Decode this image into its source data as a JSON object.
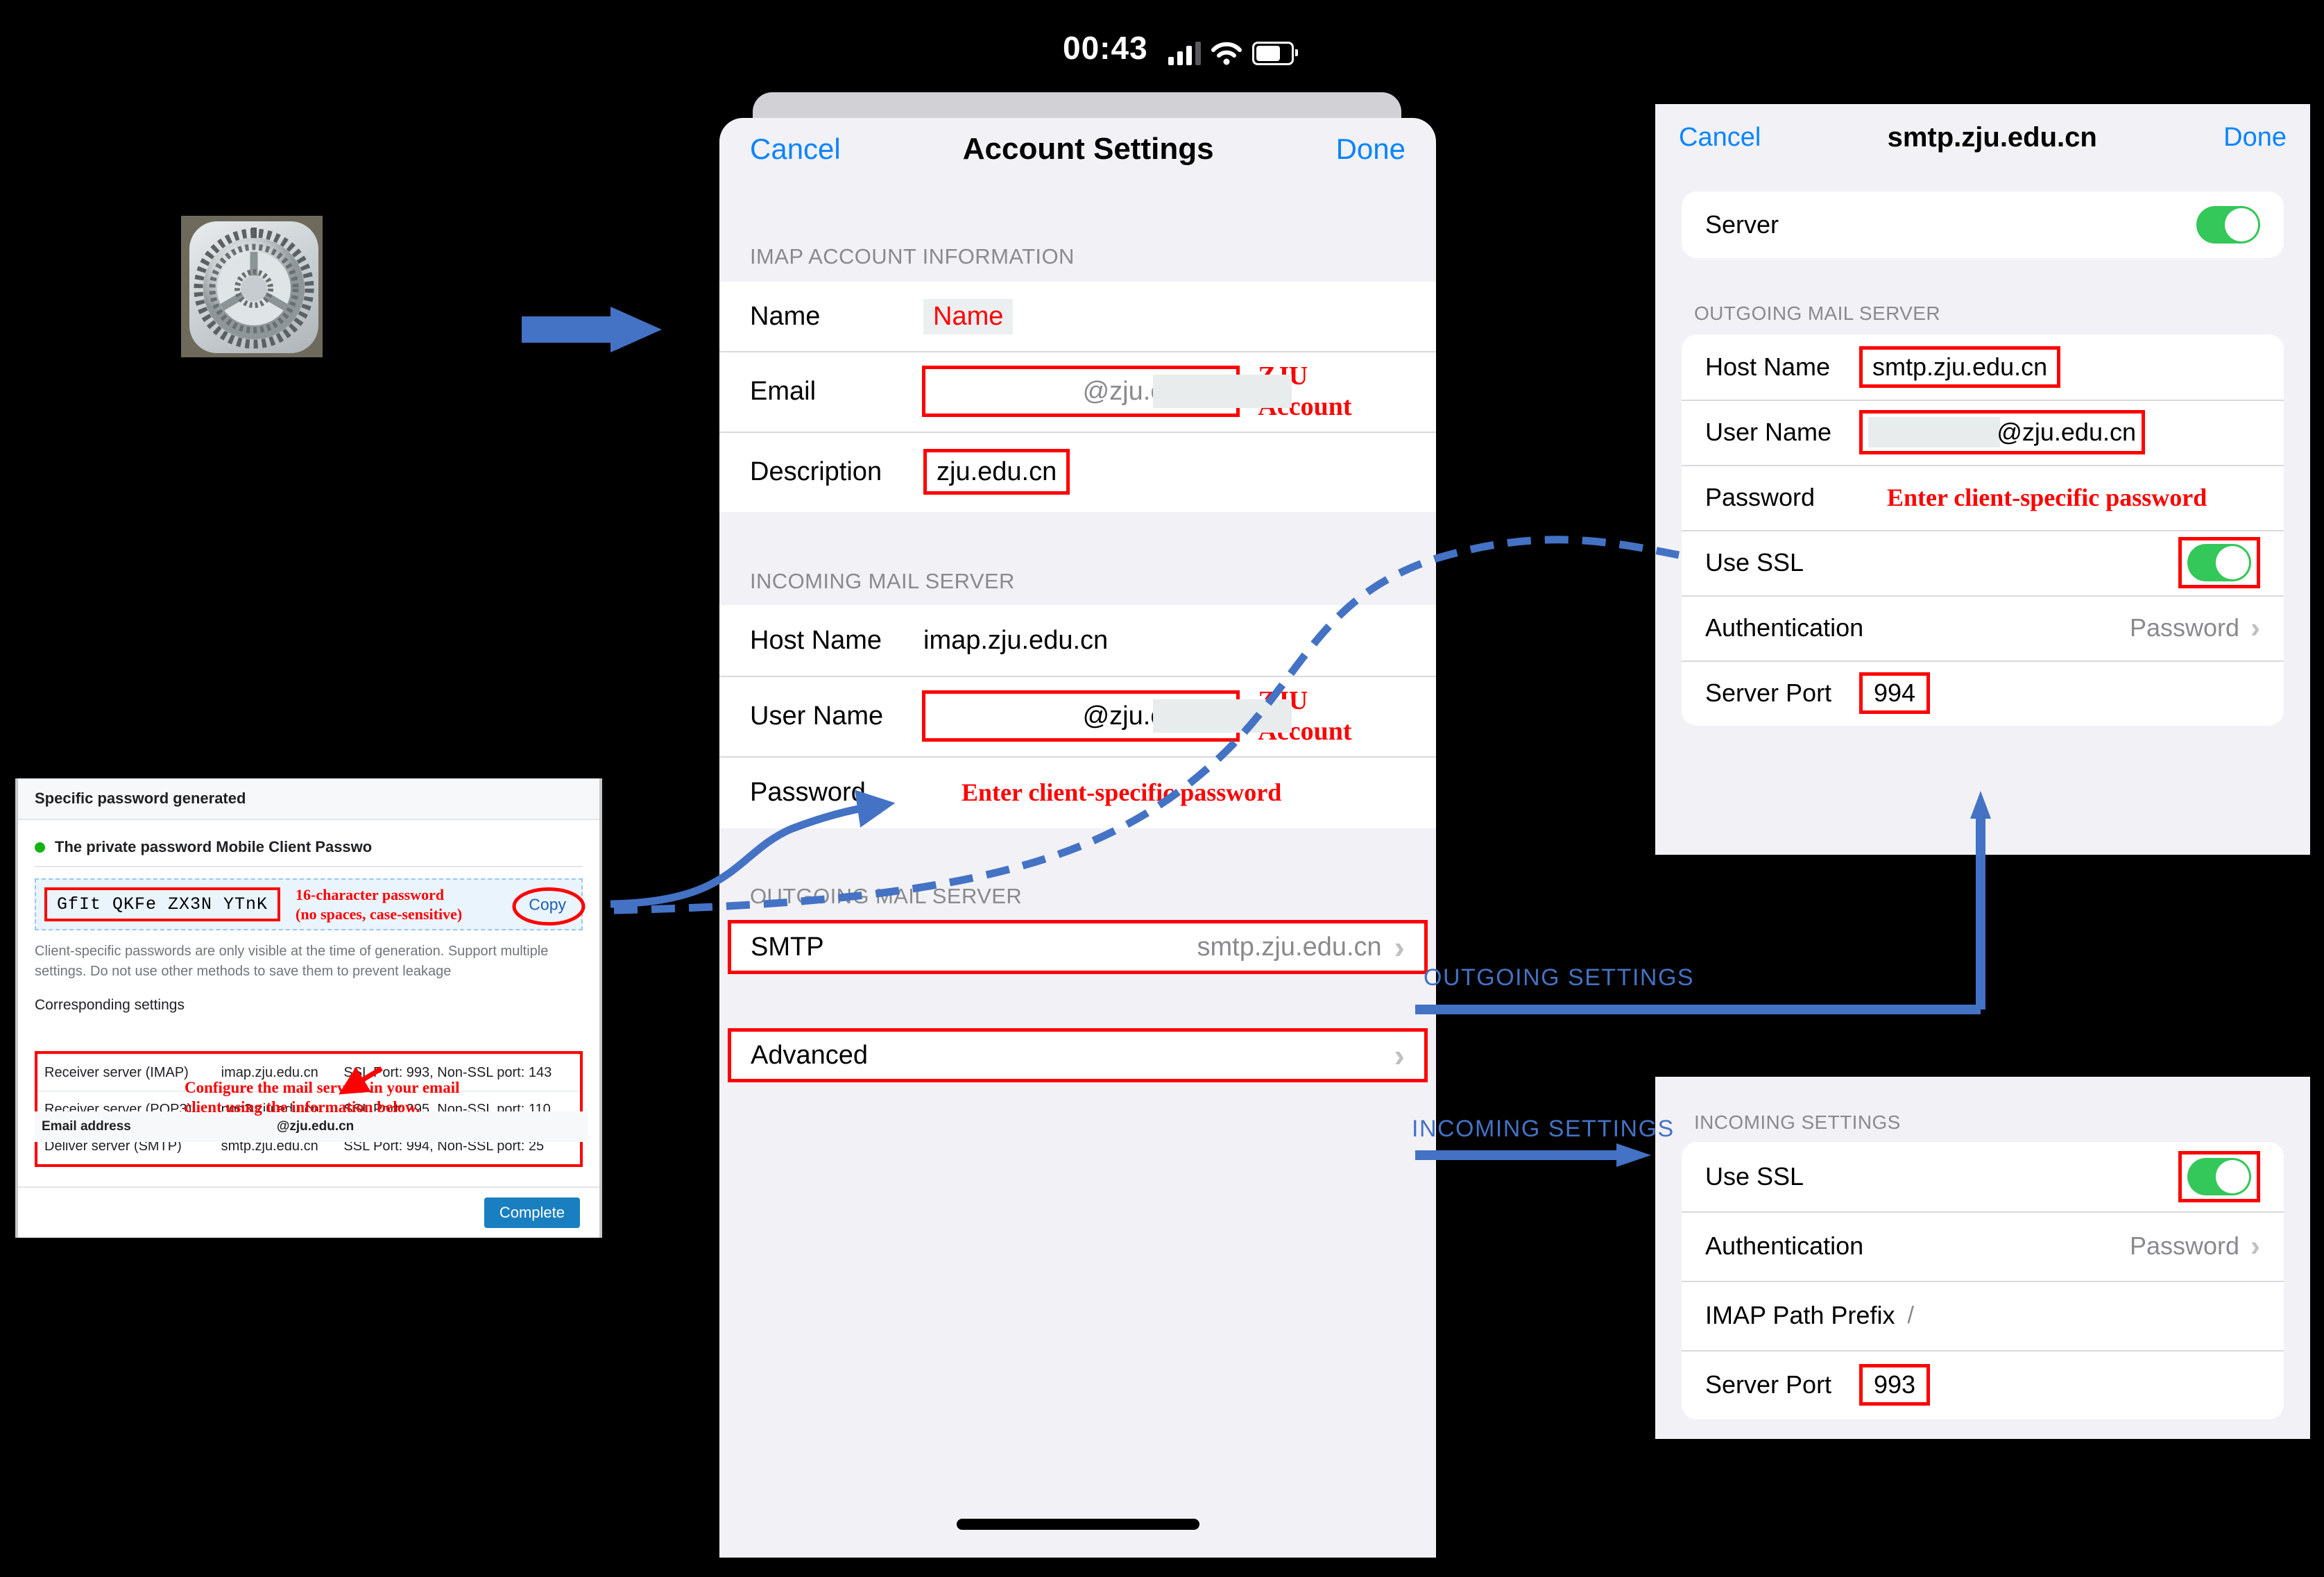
{
  "colors": {
    "ios_blue": "#0a84ff",
    "annotation_red": "#ff0000",
    "annotation_blue": "#4472c4",
    "toggle_green": "#34c759",
    "complete_button": "#1a7fc1"
  },
  "status_bar": {
    "time": "00:43",
    "signal_icon": "cellular-bars-icon",
    "wifi_icon": "wifi-icon",
    "battery_icon": "battery-icon"
  },
  "account_settings": {
    "nav": {
      "cancel": "Cancel",
      "title": "Account Settings",
      "done": "Done"
    },
    "sections": [
      {
        "header": "IMAP ACCOUNT INFORMATION",
        "rows": [
          {
            "label": "Name",
            "value": "Name",
            "style": "name-highlight"
          },
          {
            "label": "Email",
            "value": "@zju.edu.cn",
            "redacted": true,
            "boxed": true,
            "annotation": "ZJU Account"
          },
          {
            "label": "Description",
            "value": "zju.edu.cn",
            "boxed": true
          }
        ]
      },
      {
        "header": "INCOMING MAIL SERVER",
        "rows": [
          {
            "label": "Host Name",
            "value": "imap.zju.edu.cn"
          },
          {
            "label": "User Name",
            "value": "@zju.edu.cn",
            "redacted": true,
            "boxed": true,
            "annotation": "ZJU Account"
          },
          {
            "label": "Password",
            "value": "",
            "annotation": "Enter client-specific password"
          }
        ]
      },
      {
        "header": "OUTGOING MAIL SERVER",
        "rows": [
          {
            "label": "SMTP",
            "value": "smtp.zju.edu.cn",
            "chevron": "›",
            "boxed": true,
            "annotation": "OUTGOING SETTINGS"
          }
        ]
      },
      {
        "header": "",
        "rows": [
          {
            "label": "Advanced",
            "value": "",
            "chevron": "›",
            "boxed": true,
            "annotation": "INCOMING SETTINGS"
          }
        ]
      }
    ]
  },
  "smtp_panel": {
    "nav": {
      "cancel": "Cancel",
      "title": "smtp.zju.edu.cn",
      "done": "Done"
    },
    "server_row": {
      "label": "Server",
      "toggle": "on"
    },
    "header": "OUTGOING MAIL SERVER",
    "rows": [
      {
        "label": "Host Name",
        "value": "smtp.zju.edu.cn",
        "boxed": true
      },
      {
        "label": "User Name",
        "value": "@zju.edu.cn",
        "redacted": true,
        "boxed": true
      },
      {
        "label": "Password",
        "value": "",
        "annotation": "Enter client-specific password"
      },
      {
        "label": "Use SSL",
        "toggle": "on",
        "boxed": true
      },
      {
        "label": "Authentication",
        "value": "Password",
        "chevron": "›"
      },
      {
        "label": "Server Port",
        "value": "994",
        "boxed": true
      }
    ]
  },
  "incoming_panel": {
    "header": "INCOMING SETTINGS",
    "rows": [
      {
        "label": "Use SSL",
        "toggle": "on",
        "boxed": true
      },
      {
        "label": "Authentication",
        "value": "Password",
        "chevron": "›"
      },
      {
        "label": "IMAP Path Prefix",
        "value": "/"
      },
      {
        "label": "Server Port",
        "value": "993",
        "boxed": true
      }
    ]
  },
  "password_panel": {
    "title": "Specific password generated",
    "bullet_text": "The private password Mobile Client Passwo",
    "password": "GfIt  QKFe  ZX3N  YTnK",
    "copy_label": "Copy",
    "annotation_line1": "16-character password",
    "annotation_line2": "(no spaces, case-sensitive)",
    "note": "Client-specific passwords are only visible at the time of generation. Support multiple settings. Do not use other methods to save them to prevent leakage",
    "settings_title": "Corresponding settings",
    "table_annotation": "Configure the mail servers in your email client using the information below.",
    "table": {
      "header": {
        "label": "Email address",
        "value": "@zju.edu.cn"
      },
      "rows": [
        {
          "name": "Receiver server (IMAP)",
          "host": "imap.zju.edu.cn",
          "ports": "SSL Port: 993, Non-SSL port: 143"
        },
        {
          "name": "Receiver server (POP3)",
          "host": "pop3.zju.edu.cn",
          "ports": "SSL Port: 995, Non-SSL port: 110"
        },
        {
          "name": "Deliver server (SMTP)",
          "host": "smtp.zju.edu.cn",
          "ports": "SSL Port: 994, Non-SSL port: 25"
        }
      ]
    },
    "complete_button": "Complete"
  },
  "flow": {
    "settings_app_icon": "ios-settings-gear-icon",
    "arrow_settings_to_phone": "right-arrow-icon",
    "label_outgoing": "OUTGOING SETTINGS",
    "label_incoming": "INCOMING SETTINGS"
  }
}
